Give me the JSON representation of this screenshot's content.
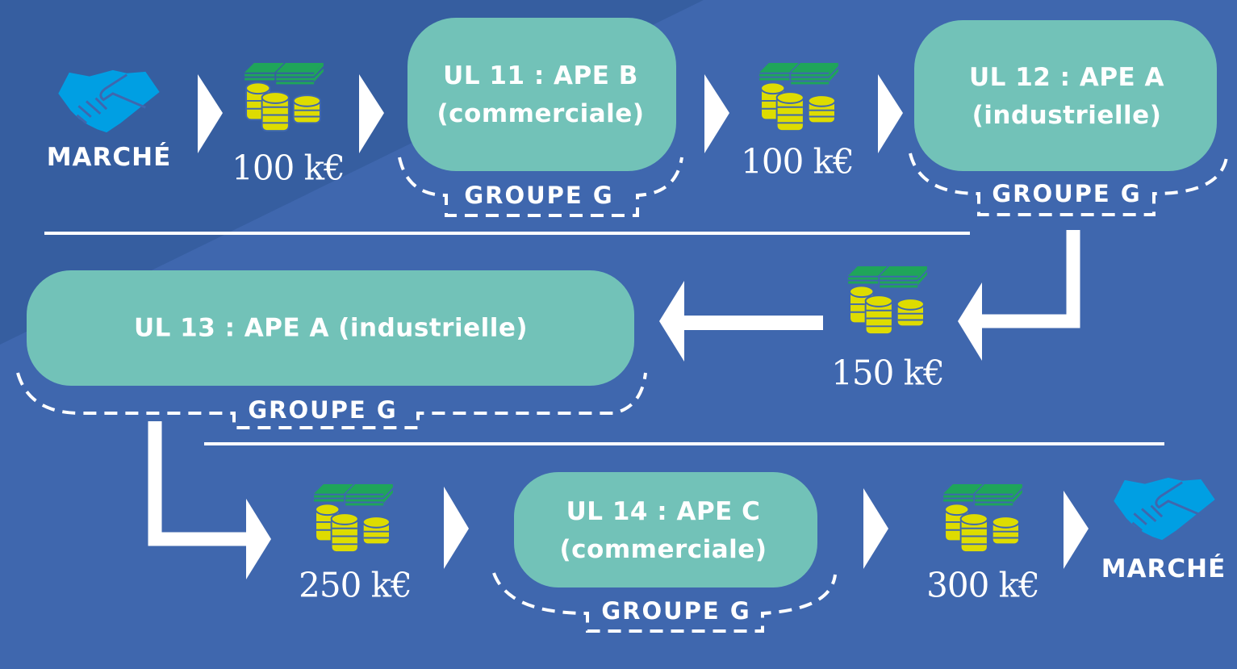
{
  "colors": {
    "background": "#3f67ae",
    "background_dark": "#365ea0",
    "box": "#72c2b8",
    "handshake": "#009fe3",
    "bills": "#1fa55a",
    "coins": "#dedc00",
    "white": "#ffffff"
  },
  "market_label": "MARCHÉ",
  "group_label": "GROUPE G",
  "flow": {
    "amount_1": "100 k€",
    "amount_2": "100 k€",
    "amount_3": "150 k€",
    "amount_4": "250 k€",
    "amount_5": "300 k€"
  },
  "units": {
    "ul11": {
      "line1": "UL 11 : APE B",
      "line2": "(commerciale)"
    },
    "ul12": {
      "line1": "UL 12 : APE A",
      "line2": "(industrielle)"
    },
    "ul13": {
      "line1": "UL 13 : APE A (industrielle)"
    },
    "ul14": {
      "line1": "UL 14 : APE C",
      "line2": "(commerciale)"
    }
  },
  "icons": [
    "handshake-icon",
    "money-icon",
    "arrow-icon"
  ]
}
